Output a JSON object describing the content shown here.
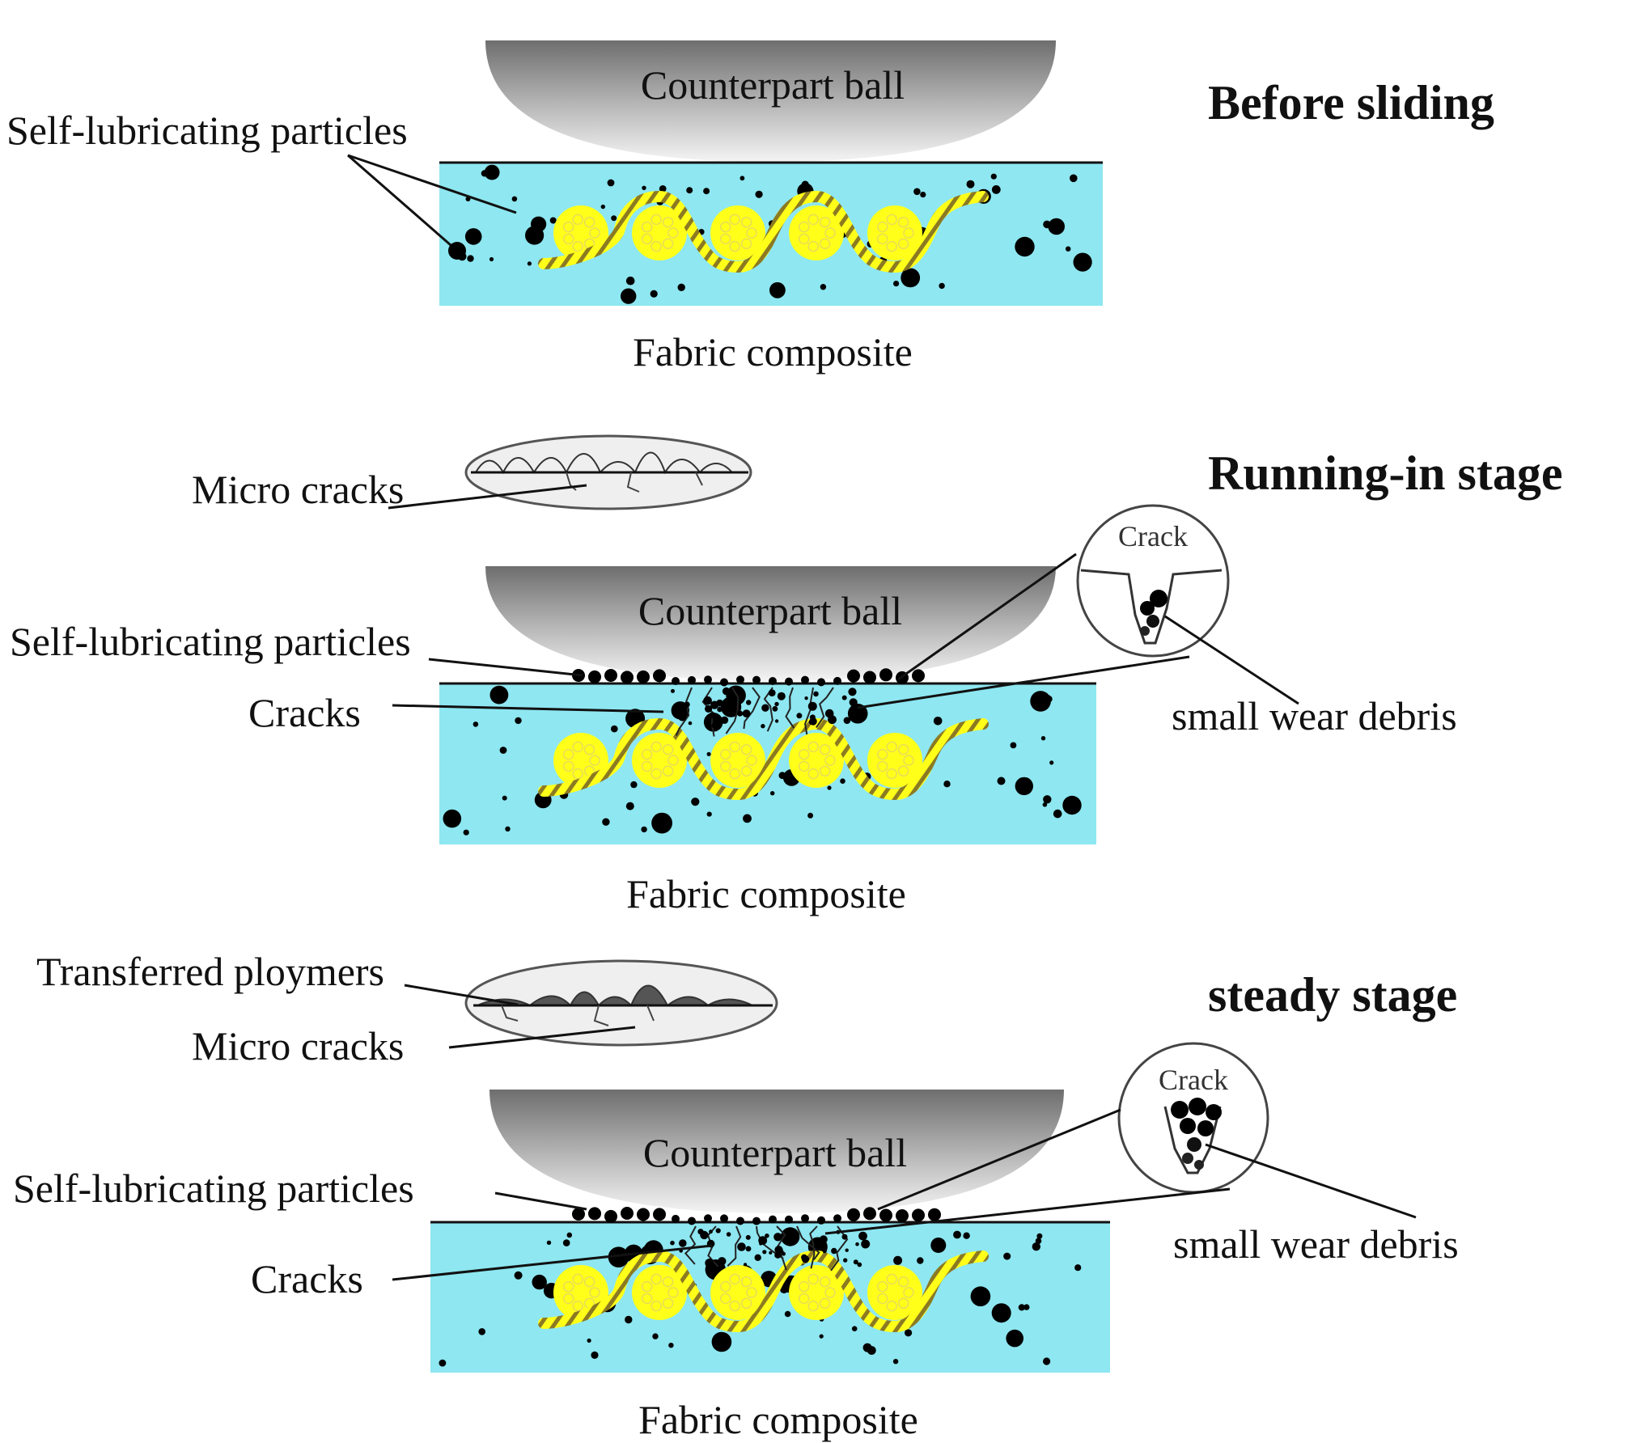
{
  "colors": {
    "matrix": "#8ee7f1",
    "fiber": "#ffff1a",
    "particle": "#000000",
    "ball_dark": "#6e6e6e",
    "ball_light": "#f4f4f4",
    "inset_fill": "#efefef"
  },
  "panels": [
    {
      "stage_title": "Before sliding",
      "ball_label": "Counterpart ball",
      "composite_label": "Fabric composite",
      "particles_label": "Self-lubricating particles"
    },
    {
      "stage_title": "Running-in stage",
      "ball_label": "Counterpart ball",
      "composite_label": "Fabric composite",
      "particles_label": "Self-lubricating particles",
      "cracks_label": "Cracks",
      "micro_cracks_label": "Micro cracks",
      "crack_inset_label": "Crack",
      "debris_label": "small wear debris"
    },
    {
      "stage_title": "steady stage",
      "ball_label": "Counterpart ball",
      "composite_label": "Fabric composite",
      "particles_label": "Self-lubricating particles",
      "cracks_label": "Cracks",
      "micro_cracks_label": "Micro cracks",
      "transferred_label": "Transferred ploymers",
      "crack_inset_label": "Crack",
      "debris_label": "small wear debris"
    }
  ]
}
